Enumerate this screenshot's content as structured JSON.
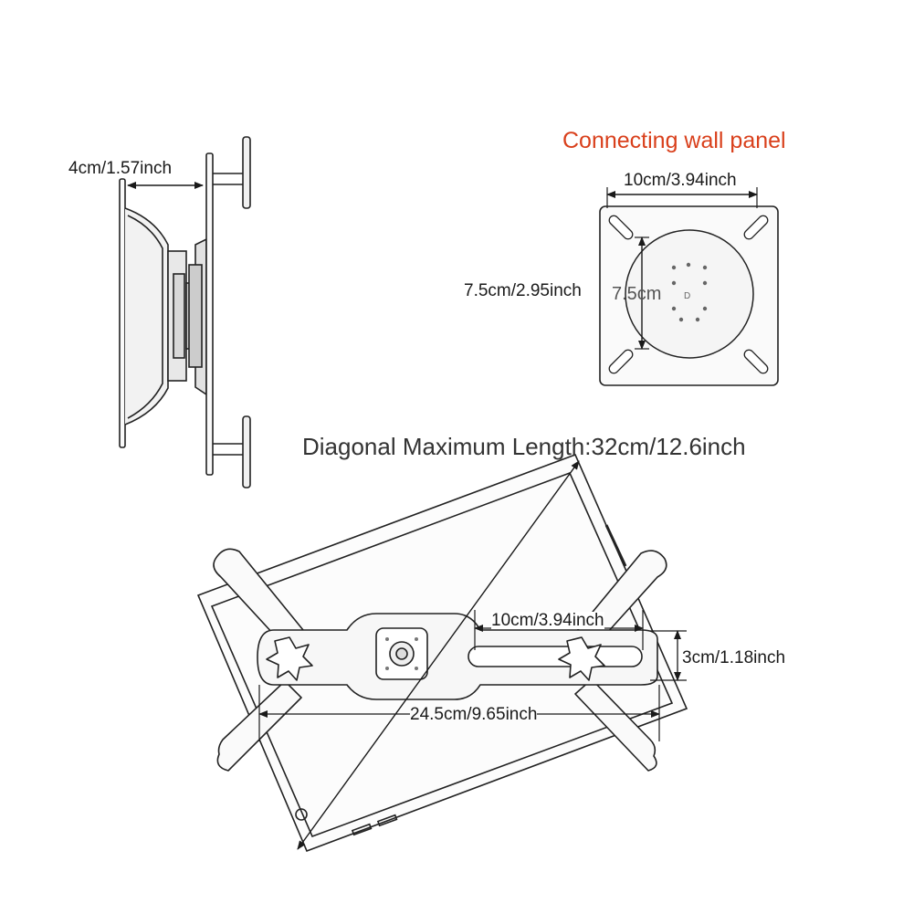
{
  "title": "Connecting wall panel",
  "accent_color": "#d9401c",
  "labels": {
    "side_depth": "4cm/1.57inch",
    "panel_width": "10cm/3.94inch",
    "panel_height": "7.5cm/2.95inch",
    "panel_circle": "7.5cm",
    "diagonal": "Diagonal Maximum Length:32cm/12.6inch",
    "slot_length": "10cm/3.94inch",
    "bar_height": "3cm/1.18inch",
    "bar_width": "24.5cm/9.65inch"
  }
}
